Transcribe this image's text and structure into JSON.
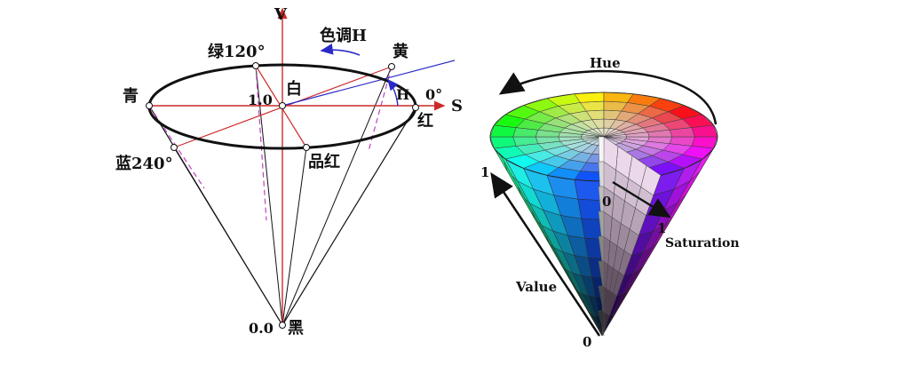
{
  "left_diagram": {
    "axis_v": "V",
    "axis_s": "S",
    "hue_arrow": "色调H",
    "angle_h": "H",
    "labels": {
      "green": "绿120°",
      "yellow": "黄",
      "cyan": "青",
      "white_value": "1.0",
      "white": "白",
      "zero_deg": "0°",
      "red": "红",
      "blue": "蓝240°",
      "magenta": "品红",
      "black_value": "0.0",
      "black": "黑"
    }
  },
  "right_diagram": {
    "hue": "Hue",
    "value": "Value",
    "saturation": "Saturation",
    "value_top": "1",
    "value_bottom": "0",
    "sat_start": "0",
    "sat_end": "1"
  },
  "colors": {
    "axis_red": "#cc2a2a",
    "guide_magenta": "#c040c0",
    "hue_arrow_blue": "#2a2ac8",
    "ellipse": "#111111"
  }
}
